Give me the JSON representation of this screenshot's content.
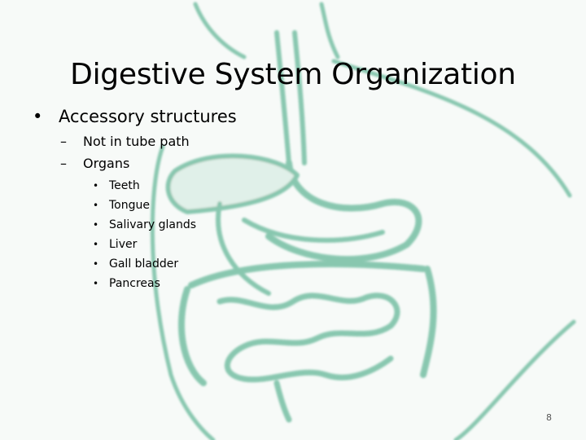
{
  "slide": {
    "title": "Digestive System Organization",
    "bullets": [
      {
        "marker": "•",
        "text": "Accessory structures",
        "children": [
          {
            "marker": "–",
            "text": "Not in tube path",
            "children": []
          },
          {
            "marker": "–",
            "text": "Organs",
            "children": [
              {
                "marker": "•",
                "text": "Teeth"
              },
              {
                "marker": "•",
                "text": "Tongue"
              },
              {
                "marker": "•",
                "text": "Salivary glands"
              },
              {
                "marker": "•",
                "text": "Liver"
              },
              {
                "marker": "•",
                "text": "Gall bladder"
              },
              {
                "marker": "•",
                "text": "Pancreas"
              }
            ]
          }
        ]
      }
    ],
    "page_number": "8"
  },
  "colors": {
    "outline": "#2e9e74",
    "fill": "#d6ece3",
    "background": "#f7faf8"
  },
  "background_illustration": "digestive-system-diagram"
}
